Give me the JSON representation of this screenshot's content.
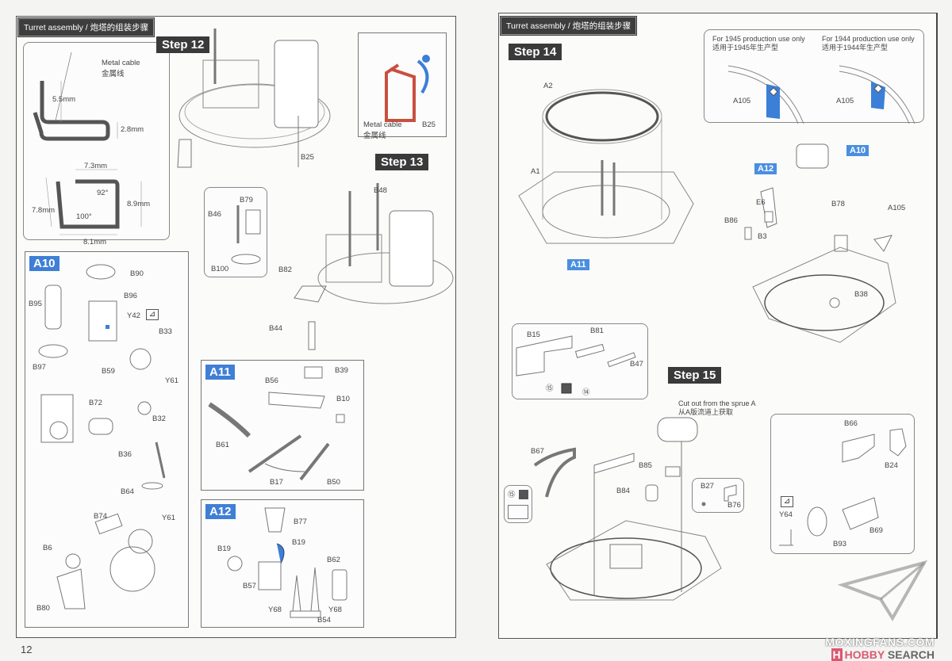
{
  "section_header": "Turret assembly / 炮塔的组装步骤",
  "page_number": "12",
  "left_page": {
    "step12": {
      "title": "Step 12",
      "cable_detail": {
        "label_en": "Metal cable",
        "label_cn": "金属线",
        "dims": [
          "5.5mm",
          "2.8mm",
          "7.3mm",
          "92°",
          "8.9mm",
          "7.8mm",
          "100°",
          "8.1mm"
        ]
      },
      "inset": {
        "cable_en": "Metal cable",
        "cable_cn": "金属线",
        "part": "B25"
      },
      "part_b25": "B25"
    },
    "step13": {
      "title": "Step 13",
      "parts": [
        "B48",
        "B79",
        "B46",
        "B100",
        "B82",
        "B44"
      ]
    },
    "a10": {
      "badge": "A10",
      "parts": [
        "B90",
        "B95",
        "B96",
        "Y42",
        "B33",
        "B97",
        "B59",
        "Y61",
        "B72",
        "B32",
        "B36",
        "B64",
        "B74",
        "Y61",
        "B6",
        "B80"
      ]
    },
    "a11": {
      "badge": "A11",
      "parts": [
        "B56",
        "B39",
        "B10",
        "B61",
        "B17",
        "B50"
      ]
    },
    "a12": {
      "badge": "A12",
      "parts": [
        "B77",
        "B19",
        "B19",
        "B62",
        "B57",
        "Y68",
        "Y68",
        "B54"
      ]
    }
  },
  "right_page": {
    "step14": {
      "title": "Step 14",
      "parts": [
        "A2",
        "A1",
        "A11"
      ],
      "variant_1945": {
        "en": "For 1945 production use only",
        "cn": "适用于1945年生产型",
        "part": "A105"
      },
      "variant_1944": {
        "en": "For 1944 production use only",
        "cn": "适用于1944年生产型",
        "part": "A105"
      },
      "badges": [
        "A10",
        "A12"
      ],
      "parts_main": [
        "E6",
        "B86",
        "B78",
        "A105",
        "B3",
        "B38"
      ]
    },
    "inset_b81": {
      "parts": [
        "B15",
        "B81",
        "B47"
      ],
      "markers": [
        "⑮",
        "⑭"
      ]
    },
    "step15": {
      "title": "Step 15",
      "sprue_note_en": "Cut out from the sprue A",
      "sprue_note_cn": "从A版流道上获取",
      "parts": [
        "B67",
        "B85",
        "B84",
        "B27",
        "B76"
      ],
      "marker": "⑮",
      "gun_inset": {
        "parts": [
          "B66",
          "B24",
          "Y64",
          "B69",
          "B93"
        ]
      }
    }
  },
  "watermark": {
    "line1": "MOXINGFANS.COM",
    "line2_brand": "H",
    "line2a": "HOBBY ",
    "line2b": "SEARCH"
  },
  "colors": {
    "header_bg": "#3d3d3d",
    "badge_blue": "#3f7fd6",
    "cable_red": "#c8503f",
    "part_blue": "#3b7fd8"
  }
}
